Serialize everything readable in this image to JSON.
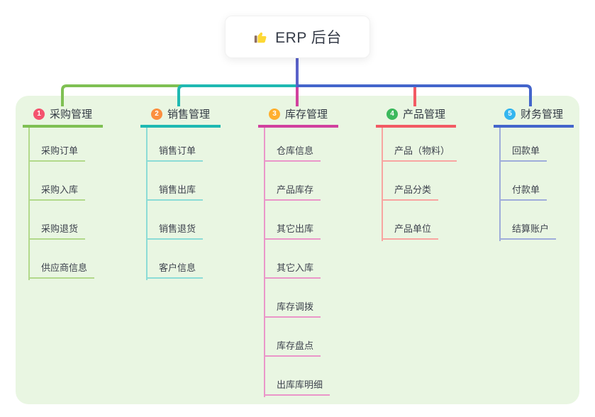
{
  "root": {
    "title": "ERP 后台",
    "icon": "thumbs-up-icon",
    "card_bg": "#ffffff",
    "connector_color": "#5a62c9"
  },
  "canvas": {
    "background": "#ffffff",
    "panel_bg": "#e9f6e2"
  },
  "branches": [
    {
      "number": "1",
      "label": "采购管理",
      "color": "#7fc053",
      "light_color": "#b2d98b",
      "badge_color": "#f4536e",
      "children": [
        "采购订单",
        "采购入库",
        "采购退货",
        "供应商信息"
      ]
    },
    {
      "number": "2",
      "label": "销售管理",
      "color": "#1fb9b2",
      "light_color": "#8cdcd6",
      "badge_color": "#fb8f3f",
      "children": [
        "销售订单",
        "销售出库",
        "销售退货",
        "客户信息"
      ]
    },
    {
      "number": "3",
      "label": "库存管理",
      "color": "#d1419e",
      "light_color": "#ea96c9",
      "badge_color": "#ffaf2e",
      "children": [
        "仓库信息",
        "产品库存",
        "其它出库",
        "其它入库",
        "库存调拨",
        "库存盘点",
        "出库库明细"
      ]
    },
    {
      "number": "4",
      "label": "产品管理",
      "color": "#f25a63",
      "light_color": "#f8a5a1",
      "badge_color": "#3cb95d",
      "children": [
        "产品（物料）",
        "产品分类",
        "产品单位"
      ]
    },
    {
      "number": "5",
      "label": "财务管理",
      "color": "#4465cb",
      "light_color": "#9fadda",
      "badge_color": "#33b5ef",
      "children": [
        "回款单",
        "付款单",
        "结算账户"
      ]
    }
  ]
}
